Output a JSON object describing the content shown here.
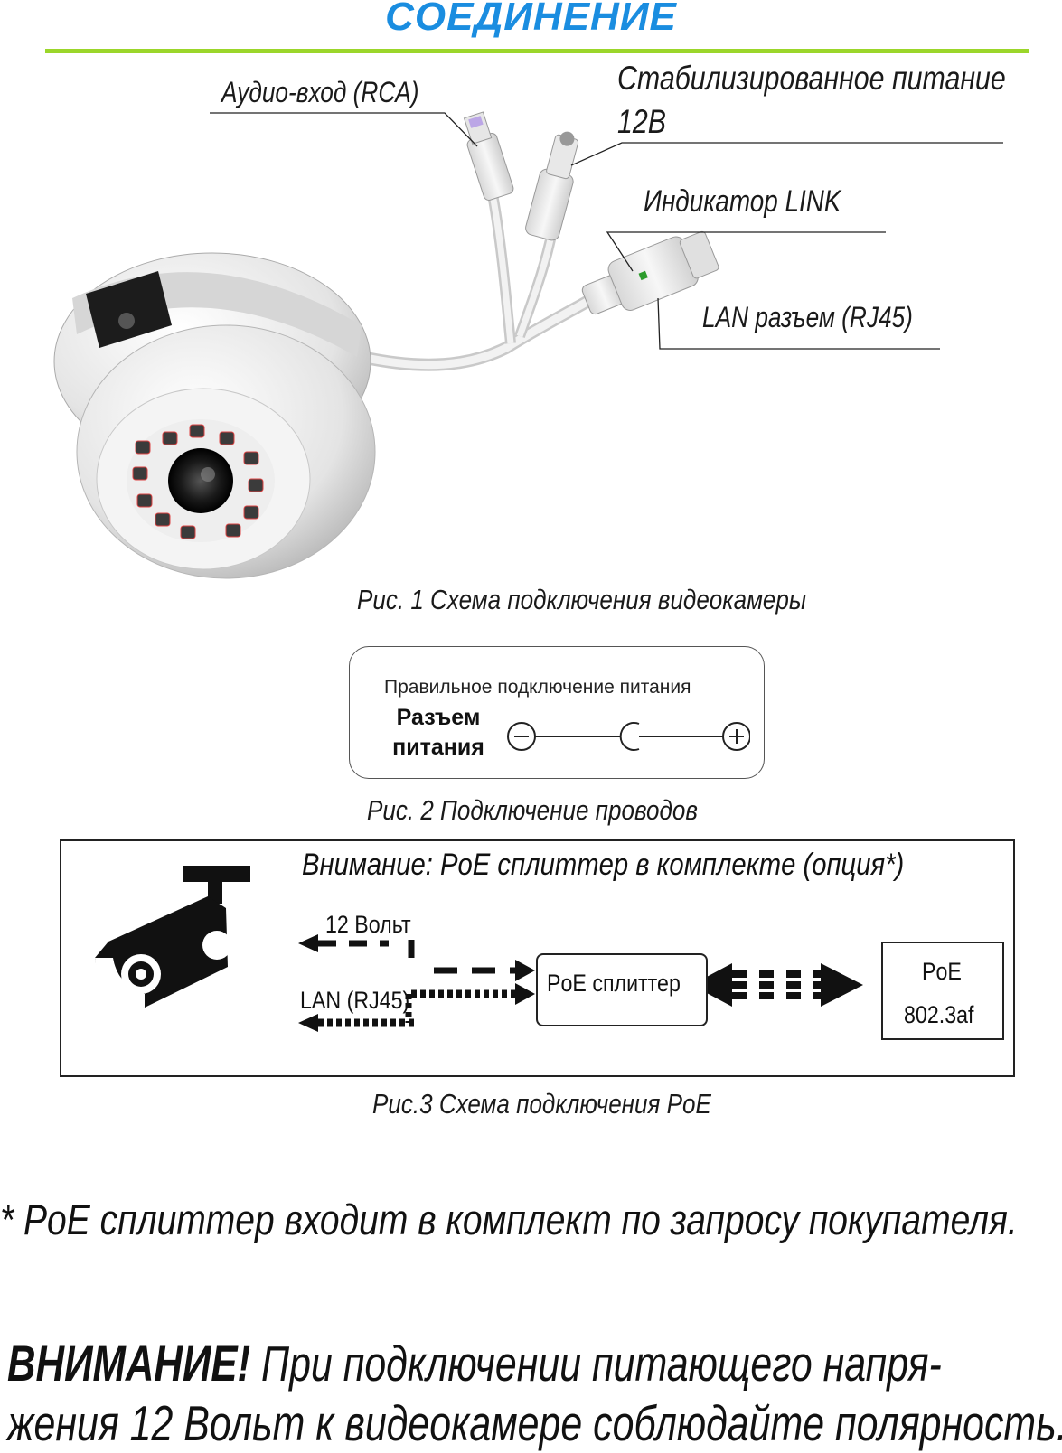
{
  "header": {
    "title": "СОЕДИНЕНИЕ"
  },
  "camera_figure": {
    "labels": {
      "audio": "Аудио-вход (RCA)",
      "power_line1": "Стабилизированное питание",
      "power_line2": "12В",
      "link": "Индикатор LINK",
      "lan": "LAN разъем (RJ45)"
    },
    "caption": "Рис. 1 Схема подключения видеокамеры"
  },
  "power_figure": {
    "heading": "Правильное подключение питания",
    "connector_line1": "Разъем",
    "connector_line2": "питания",
    "caption": "Рис. 2  Подключение проводов"
  },
  "poe_figure": {
    "title": "Внимание: PoE сплиттер в комплекте (опция*)",
    "volt_label": "12 Вольт",
    "lan_label": "LAN (RJ45)",
    "splitter_label": "PoE сплиттер",
    "poe_line1": "PoE",
    "poe_line2": "802.3af",
    "caption": "Рис.3 Схема подключения PoE"
  },
  "footnote": "* PoE сплиттер входит в комплект по запросу покупателя.",
  "warning": {
    "bold": "ВНИМАНИЕ!",
    "text_line1": " При подключении питающего напря-",
    "text_line2": "жения 12 Вольт к видеокамере соблюдайте полярность."
  },
  "colors": {
    "title": "#1a8de0",
    "rule": "#9bd62a"
  }
}
